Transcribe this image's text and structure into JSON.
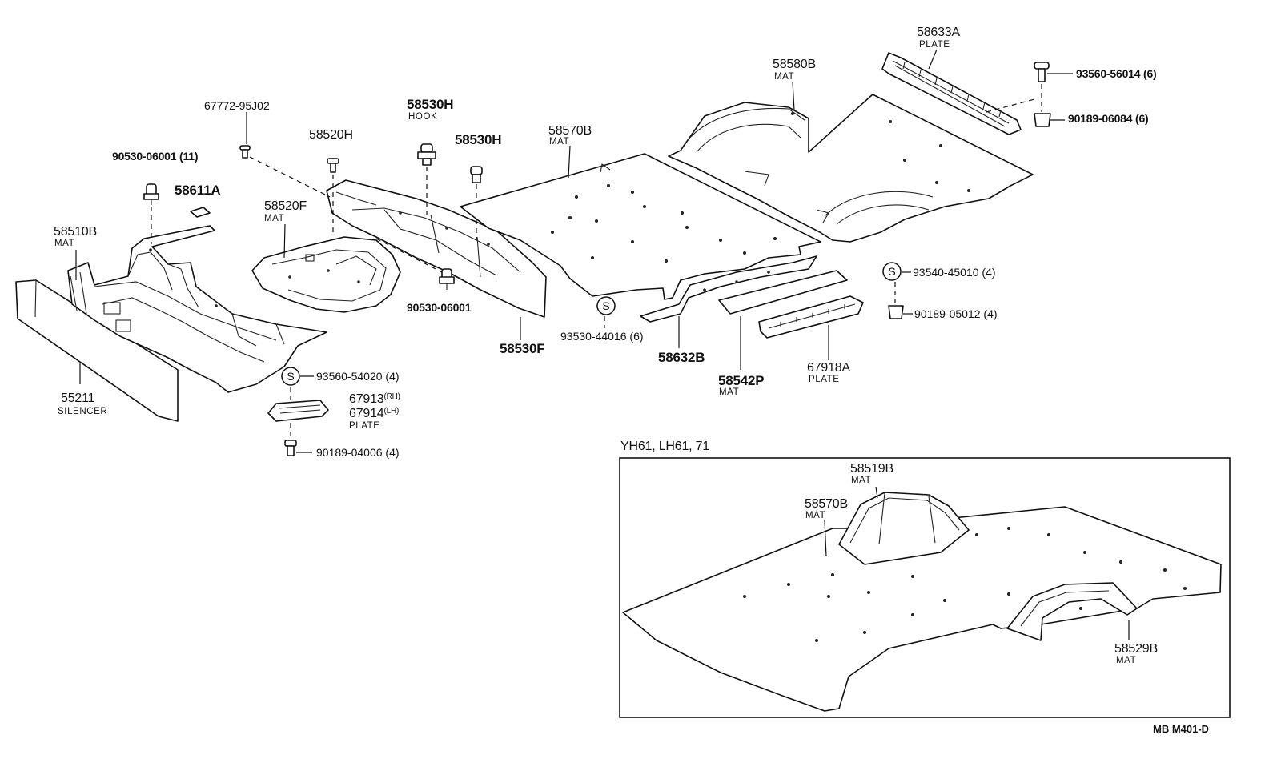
{
  "labels": {
    "l58633A": "58633A",
    "l58633A_sub": "PLATE",
    "l58580B": "58580B",
    "l58580B_sub": "MAT",
    "l93560_56014": "93560-56014 (6)",
    "l90189_06084": "90189-06084 (6)",
    "l67772": "67772-95J02",
    "l58530H_hook": "58530H",
    "l58530H_hook_sub": "HOOK",
    "l58520H": "58520H",
    "l58530H": "58530H",
    "l58570B": "58570B",
    "l58570B_sub": "MAT",
    "l90530_11": "90530-06001 (11)",
    "l58611A": "58611A",
    "l58520F": "58520F",
    "l58520F_sub": "MAT",
    "l58510B": "58510B",
    "l58510B_sub": "MAT",
    "l90530": "90530-06001",
    "l58530F": "58530F",
    "l93540": "93540-45010 (4)",
    "l90189_05012": "90189-05012 (4)",
    "l93530": "93530-44016 (6)",
    "l58632B": "58632B",
    "l58542P": "58542P",
    "l58542P_sub": "MAT",
    "l67918A": "67918A",
    "l67918A_sub": "PLATE",
    "l55211": "55211",
    "l55211_sub": "SILENCER",
    "l93560_54020": "93560-54020 (4)",
    "l67913": "67913",
    "l67913_suffix": "(RH)",
    "l67914": "67914",
    "l67914_suffix": "(LH)",
    "l67914_sub": "PLATE",
    "l90189_04006": "90189-04006 (4)",
    "inset_title": "YH61, LH61, 71",
    "l58519B": "58519B",
    "l58519B_sub": "MAT",
    "l58570B_inset": "58570B",
    "l58570B_inset_sub": "MAT",
    "l58529B": "58529B",
    "l58529B_sub": "MAT",
    "footer_code": "MB  M401-D"
  },
  "symbols": {
    "s_marker": "S"
  },
  "colors": {
    "line": "#111111",
    "background": "#ffffff"
  }
}
